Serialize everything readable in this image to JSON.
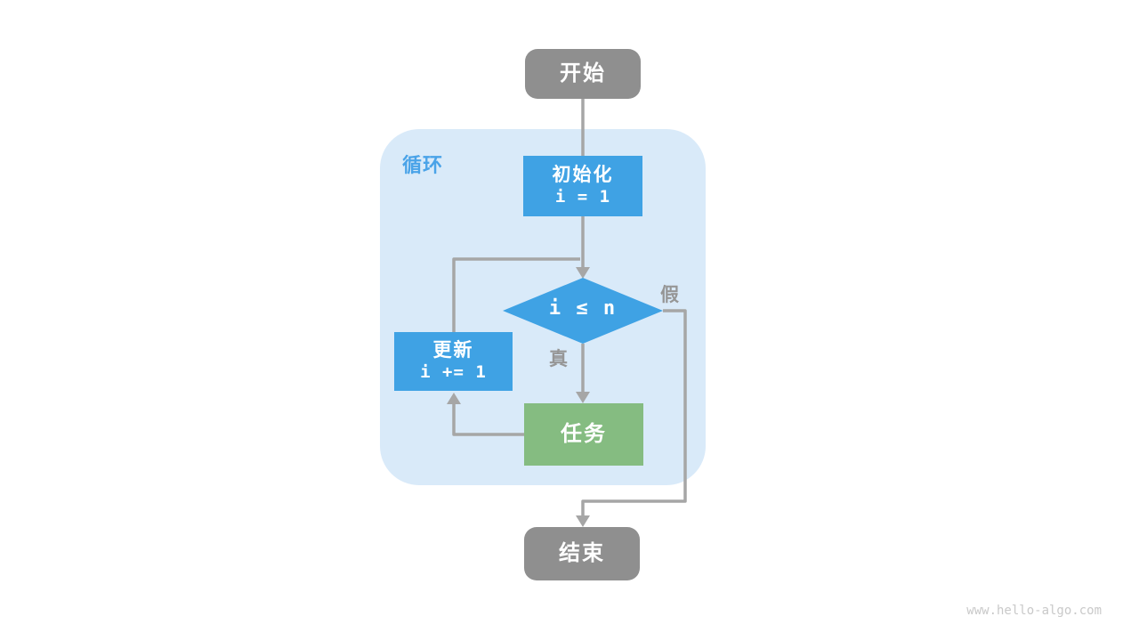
{
  "page": {
    "watermark": "www.hello-algo.com"
  },
  "colors": {
    "node_gray": "#8F8F8F",
    "node_blue": "#3FA2E4",
    "node_green": "#85BC81",
    "container_bg": "#D9EAF9",
    "line_gray": "#A6A6A6",
    "label_blue": "#4AA3E8",
    "label_gray": "#969696",
    "watermark_gray": "#C9C9C9"
  },
  "flowchart": {
    "container_label": "循环",
    "nodes": {
      "start": {
        "label": "开始",
        "shape": "rounded-rect"
      },
      "init": {
        "label": "初始化",
        "code": "i = 1",
        "shape": "rect"
      },
      "condition": {
        "label": "i ≤ n",
        "shape": "diamond"
      },
      "update": {
        "label": "更新",
        "code": "i += 1",
        "shape": "rect"
      },
      "task": {
        "label": "任务",
        "shape": "rect"
      },
      "end": {
        "label": "结束",
        "shape": "rounded-rect"
      }
    },
    "edge_labels": {
      "true": "真",
      "false": "假"
    }
  }
}
